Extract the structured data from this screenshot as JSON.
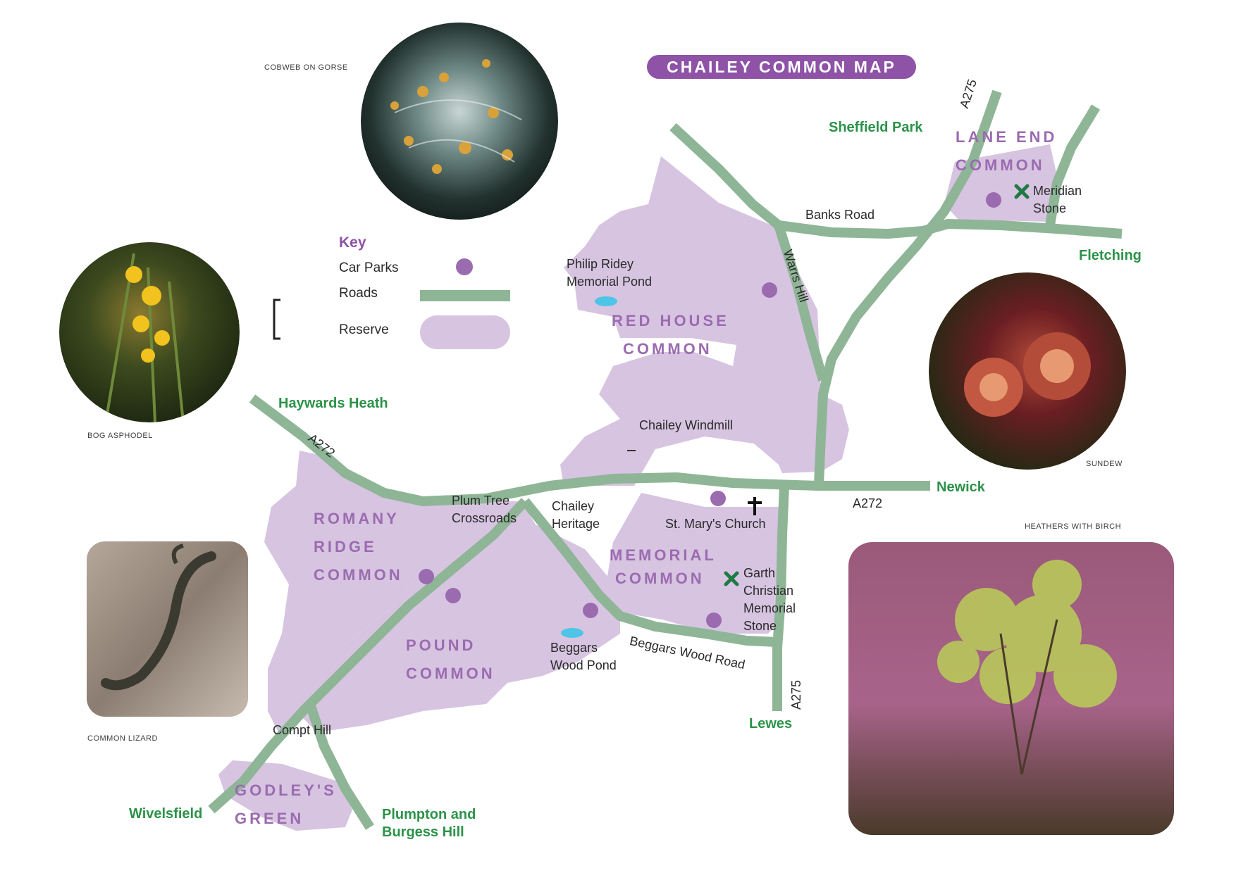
{
  "title": "CHAILEY COMMON MAP",
  "key": {
    "title": "Key",
    "items": [
      "Car Parks",
      "Roads",
      "Reserve"
    ]
  },
  "colors": {
    "reserve": "#d7c4e1",
    "road": "#8fb597",
    "car_park": "#9b6bb0",
    "pond": "#4ec5e7",
    "place_text": "#2b9248",
    "common_text": "#9b6bb0",
    "title_bg": "#8e52a6"
  },
  "photos": {
    "cobweb": "COBWEB ON GORSE",
    "bog": "BOG ASPHODEL",
    "sundew": "SUNDEW",
    "lizard": "COMMON LIZARD",
    "heathers": "HEATHERS WITH BIRCH"
  },
  "places": {
    "sheffield_park": "Sheffield Park",
    "fletching": "Fletching",
    "haywards_heath": "Haywards Heath",
    "newick": "Newick",
    "lewes": "Lewes",
    "wivelsfield": "Wivelsfield",
    "plumpton": [
      "Plumpton and",
      "Burgess Hill"
    ]
  },
  "commons": {
    "lane_end": [
      "LANE END",
      "COMMON"
    ],
    "red_house": [
      "RED HOUSE",
      "COMMON"
    ],
    "romany": [
      "ROMANY",
      "RIDGE",
      "COMMON"
    ],
    "pound": [
      "POUND",
      "COMMON"
    ],
    "memorial": [
      "MEMORIAL",
      "COMMON"
    ],
    "godleys": [
      "GODLEY'S",
      "GREEN"
    ]
  },
  "landmarks": {
    "meridian": [
      "Meridian",
      "Stone"
    ],
    "philip": [
      "Philip Ridey",
      "Memorial Pond"
    ],
    "windmill": "Chailey Windmill",
    "plum_tree": [
      "Plum Tree",
      "Crossroads"
    ],
    "heritage": [
      "Chailey",
      "Heritage"
    ],
    "st_marys": "St. Mary's Church",
    "garth": [
      "Garth",
      "Christian",
      "Memorial",
      "Stone"
    ],
    "beggars_pond": [
      "Beggars",
      "Wood Pond"
    ],
    "compt_hill": "Compt Hill"
  },
  "roads": {
    "a275_north": "A275",
    "a275_south": "A275",
    "a272_west": "A272",
    "a272_east": "A272",
    "banks_road": "Banks Road",
    "warrs_hill": "Warrs Hill",
    "beggars_wood_road": "Beggars Wood Road"
  },
  "icons": {
    "car_park": "purple-dot-icon",
    "pond": "pond-icon",
    "stone": "green-x-marker-icon",
    "church": "cross-icon"
  }
}
